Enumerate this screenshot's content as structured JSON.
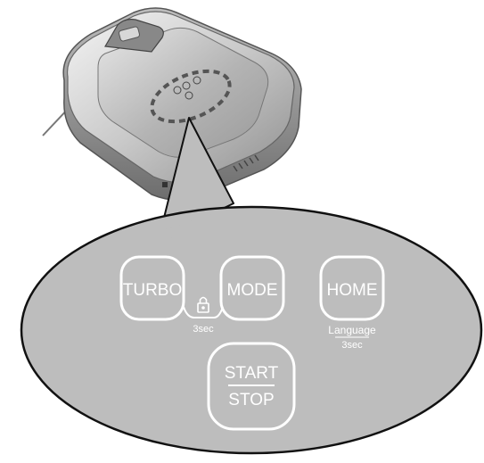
{
  "buttons": {
    "turbo": "TURBO",
    "mode": "MODE",
    "home": "HOME",
    "start": "START",
    "stop": "STOP"
  },
  "lock_hold": "3sec",
  "home_secondary": {
    "label": "Language",
    "hold": "3sec"
  },
  "icons": [
    "lock-icon"
  ]
}
